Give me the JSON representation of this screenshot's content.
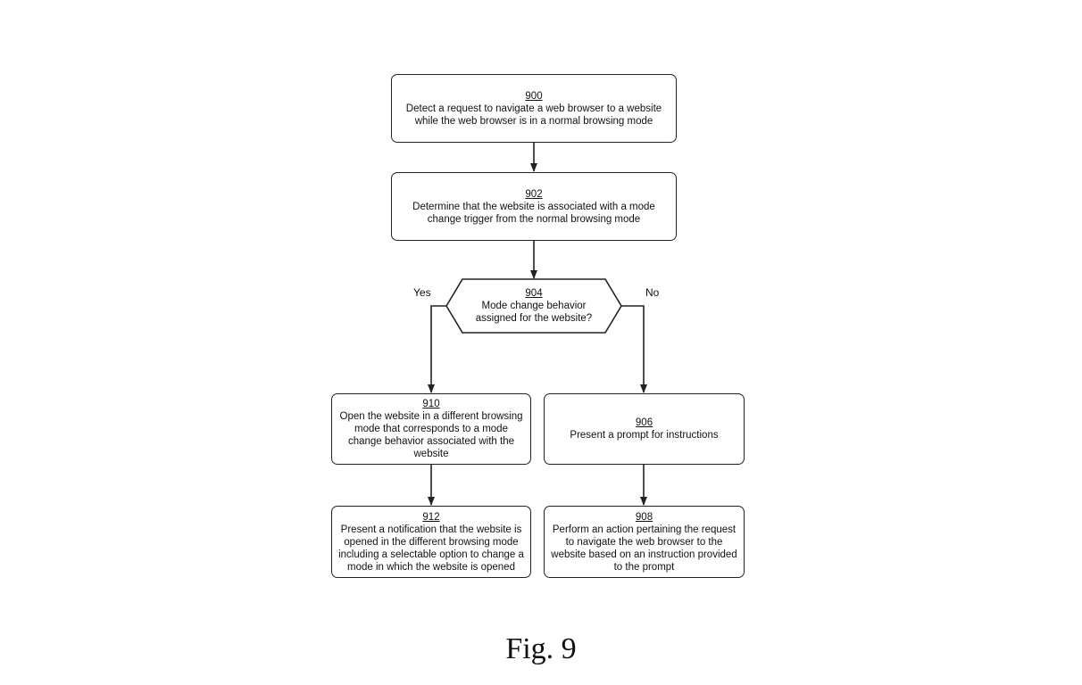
{
  "steps": {
    "s900": {
      "id": "900",
      "text": "Detect a request to navigate a web browser to a website while the web browser is in a normal browsing mode"
    },
    "s902": {
      "id": "902",
      "text": "Determine that the website is associated with a mode change trigger from the normal browsing mode"
    },
    "s904": {
      "id": "904",
      "text_line1": "Mode change behavior",
      "text_line2": "assigned for the website?"
    },
    "s910": {
      "id": "910",
      "text": "Open the website in a different browsing mode that corresponds to a mode change behavior associated with the website"
    },
    "s906": {
      "id": "906",
      "text": "Present a prompt for instructions"
    },
    "s912": {
      "id": "912",
      "text": "Present a notification that the website is opened in the different browsing mode including a selectable option to change a mode in which the website is opened"
    },
    "s908": {
      "id": "908",
      "text": "Perform an action pertaining the request to navigate the web browser to the website based on an instruction provided to the prompt"
    }
  },
  "branches": {
    "yes": "Yes",
    "no": "No"
  },
  "caption": "Fig. 9"
}
